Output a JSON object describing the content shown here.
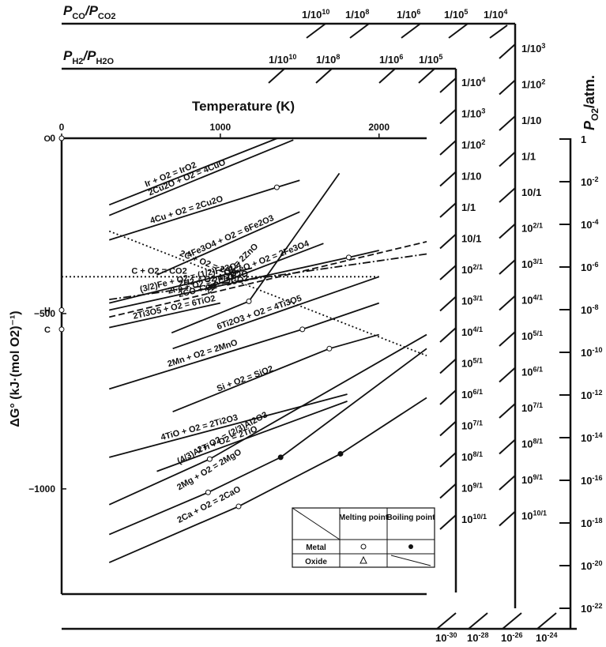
{
  "chart_data": {
    "type": "line",
    "title": "",
    "xlabel": "Temperature (K)",
    "ylabel": "ΔG° (kJ·(mol O2)⁻¹)",
    "xlim": [
      0,
      2300
    ],
    "ylim": [
      -1300,
      0
    ],
    "xticks": [
      "0",
      "1000",
      "2000"
    ],
    "yticks": [
      "0",
      "−500",
      "−1000"
    ],
    "grid": false,
    "left_axis_points": [
      "O",
      "H",
      "C"
    ],
    "scales": {
      "pco_pco2": {
        "label": "PCO/PCO2",
        "ticks": [
          "1/10^10",
          "1/10^8",
          "1/10^6",
          "1/10^5",
          "1/10^4",
          "1/10^3",
          "1/10^2",
          "1/10",
          "1/1",
          "10/1",
          "10^2/1",
          "10^3/1",
          "10^4/1",
          "10^5/1",
          "10^6/1",
          "10^7/1",
          "10^8/1",
          "10^9/1",
          "10^10/1"
        ]
      },
      "ph2_ph2o": {
        "label": "PH2/PH2O",
        "ticks": [
          "1/10^10",
          "1/10^8",
          "1/10^6",
          "1/10^5",
          "1/10^4",
          "1/10^3",
          "1/10^2",
          "1/10",
          "1/1",
          "10/1",
          "10^2/1",
          "10^3/1",
          "10^4/1",
          "10^5/1",
          "10^6/1",
          "10^7/1",
          "10^8/1",
          "10^9/1",
          "10^10/1"
        ]
      },
      "po2": {
        "label": "PO2/atm.",
        "ticks": [
          "1",
          "10^-2",
          "10^-4",
          "10^-6",
          "10^-8",
          "10^-10",
          "10^-12",
          "10^-14",
          "10^-16",
          "10^-18",
          "10^-20",
          "10^-22"
        ],
        "bottom_ticks": [
          "10^-30",
          "10^-28",
          "10^-26",
          "10^-24"
        ]
      }
    },
    "series": [
      {
        "name": "Ir + O2 = IrO2",
        "x": [
          300,
          1360
        ],
        "y": [
          -190,
          0
        ]
      },
      {
        "name": "2Cu2O + O2 = 4CuO",
        "x": [
          300,
          1460
        ],
        "y": [
          -220,
          -5
        ]
      },
      {
        "name": "4Cu + O2 = 2Cu2O",
        "x": [
          300,
          1356,
          1500
        ],
        "y": [
          -290,
          -140,
          -120
        ]
      },
      {
        "name": "4Fe3O4 + O2 = 6Fe2O3",
        "x": [
          600,
          1500
        ],
        "y": [
          -390,
          -210
        ]
      },
      {
        "name": "6FeO + O2 = 2Fe3O4",
        "x": [
          900,
          1650
        ],
        "y": [
          -430,
          -300
        ]
      },
      {
        "name": "2CO + O2 = 2CO2",
        "x": [
          300,
          2300
        ],
        "y": [
          -510,
          -295
        ],
        "style": "dashed"
      },
      {
        "name": "2H2 + O2 = 2H2O",
        "x": [
          300,
          2300
        ],
        "y": [
          -460,
          -330
        ],
        "style": "dashdot"
      },
      {
        "name": "2Fe + O2 = 2FeO",
        "x": [
          300,
          1809,
          2000
        ],
        "y": [
          -490,
          -340,
          -320
        ]
      },
      {
        "name": "C + O2 = CO2",
        "x": [
          0,
          2000
        ],
        "y": [
          -395,
          -395
        ],
        "style": "dotted"
      },
      {
        "name": "2C + O2 = 2CO",
        "x": [
          300,
          2300
        ],
        "y": [
          -265,
          -620
        ],
        "style": "dotted"
      },
      {
        "name": "(3/2)Fe + O2 = (1/2)Fe3O4",
        "x": [
          300,
          1200
        ],
        "y": [
          -470,
          -370
        ]
      },
      {
        "name": "2Ti3O5 + O2 = 6TiO2",
        "x": [
          300,
          1000
        ],
        "y": [
          -540,
          -470
        ]
      },
      {
        "name": "2Zn + O2 = 2ZnO",
        "x": [
          693,
          1180,
          1750
        ],
        "y": [
          -555,
          -465,
          -100
        ]
      },
      {
        "name": "6Ti2O3 + O2 = 4Ti3O5",
        "x": [
          700,
          2000
        ],
        "y": [
          -600,
          -395
        ]
      },
      {
        "name": "2Mn + O2 = 2MnO",
        "x": [
          300,
          1517,
          2000
        ],
        "y": [
          -715,
          -545,
          -470
        ]
      },
      {
        "name": "Si + O2 = SiO2",
        "x": [
          700,
          1687,
          2000
        ],
        "y": [
          -780,
          -600,
          -560
        ]
      },
      {
        "name": "4TiO + O2 = 2Ti2O3",
        "x": [
          300,
          1800
        ],
        "y": [
          -910,
          -730
        ]
      },
      {
        "name": "2Ti + O2 = 2TiO",
        "x": [
          600,
          1800
        ],
        "y": [
          -950,
          -750
        ]
      },
      {
        "name": "(4/3)Al + O2 = (2/3)Al2O3",
        "x": [
          300,
          933,
          2300
        ],
        "y": [
          -1045,
          -915,
          -560
        ]
      },
      {
        "name": "2Mg + O2 = 2MgO",
        "x": [
          300,
          923,
          1380,
          2300
        ],
        "y": [
          -1130,
          -1010,
          -910,
          -600
        ]
      },
      {
        "name": "2Ca + O2 = 2CaO",
        "x": [
          300,
          1115,
          1757,
          2300
        ],
        "y": [
          -1210,
          -1050,
          -900,
          -740
        ]
      }
    ],
    "legend": {
      "placement": "bottom-right",
      "header": [
        "Melting point",
        "Boiling point"
      ],
      "rows": [
        {
          "label": "Metal",
          "melting": "○",
          "boiling": "●"
        },
        {
          "label": "Oxide",
          "melting": "△",
          "boiling": "⧹"
        }
      ]
    }
  },
  "labels": {
    "pco": "P",
    "pco_sub": "CO",
    "pco2": "/P",
    "pco2_sub": "CO2",
    "ph2": "P",
    "ph2_sub": "H2",
    "ph2o": "/P",
    "ph2o_sub": "H2O",
    "po2": "P",
    "po2_sub": "O2",
    "po2_unit": "/atm."
  }
}
